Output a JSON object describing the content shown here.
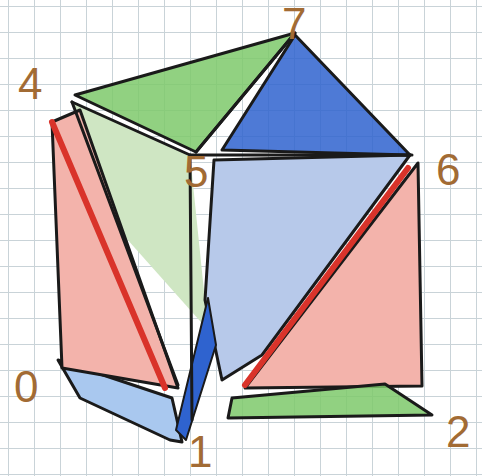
{
  "diagram": {
    "labels": [
      "4",
      "7",
      "5",
      "6",
      "0",
      "1",
      "2"
    ]
  }
}
